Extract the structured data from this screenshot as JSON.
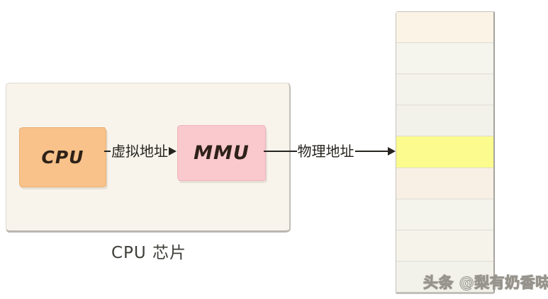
{
  "chip": {
    "caption": "CPU 芯片",
    "cpu_label": "CPU",
    "mmu_label": "MMU",
    "container_fill": "#f8f4ec",
    "cpu_fill": "#f8c28a",
    "mmu_fill": "#f9c9ce"
  },
  "arrows": {
    "virtual_label": "虚拟地址",
    "physical_label": "物理地址",
    "line_color": "#26241f"
  },
  "memory": {
    "row_count": 9,
    "highlight_row_index": 4,
    "highlight_color": "#fbfb8e",
    "rows": [
      {
        "color": "#faf3e6",
        "highlighted": false
      },
      {
        "color": "#f5f4ed",
        "highlighted": false
      },
      {
        "color": "#f4f3eb",
        "highlighted": false
      },
      {
        "color": "#f3f2ea",
        "highlighted": false
      },
      {
        "color": "#fbfb8e",
        "highlighted": true
      },
      {
        "color": "#f9f0e5",
        "highlighted": false
      },
      {
        "color": "#f4f3ec",
        "highlighted": false
      },
      {
        "color": "#f6f4ea",
        "highlighted": false
      },
      {
        "color": "#f3f2ea",
        "highlighted": false
      }
    ]
  },
  "watermark": {
    "text": "头条 @梨有奶香味"
  }
}
